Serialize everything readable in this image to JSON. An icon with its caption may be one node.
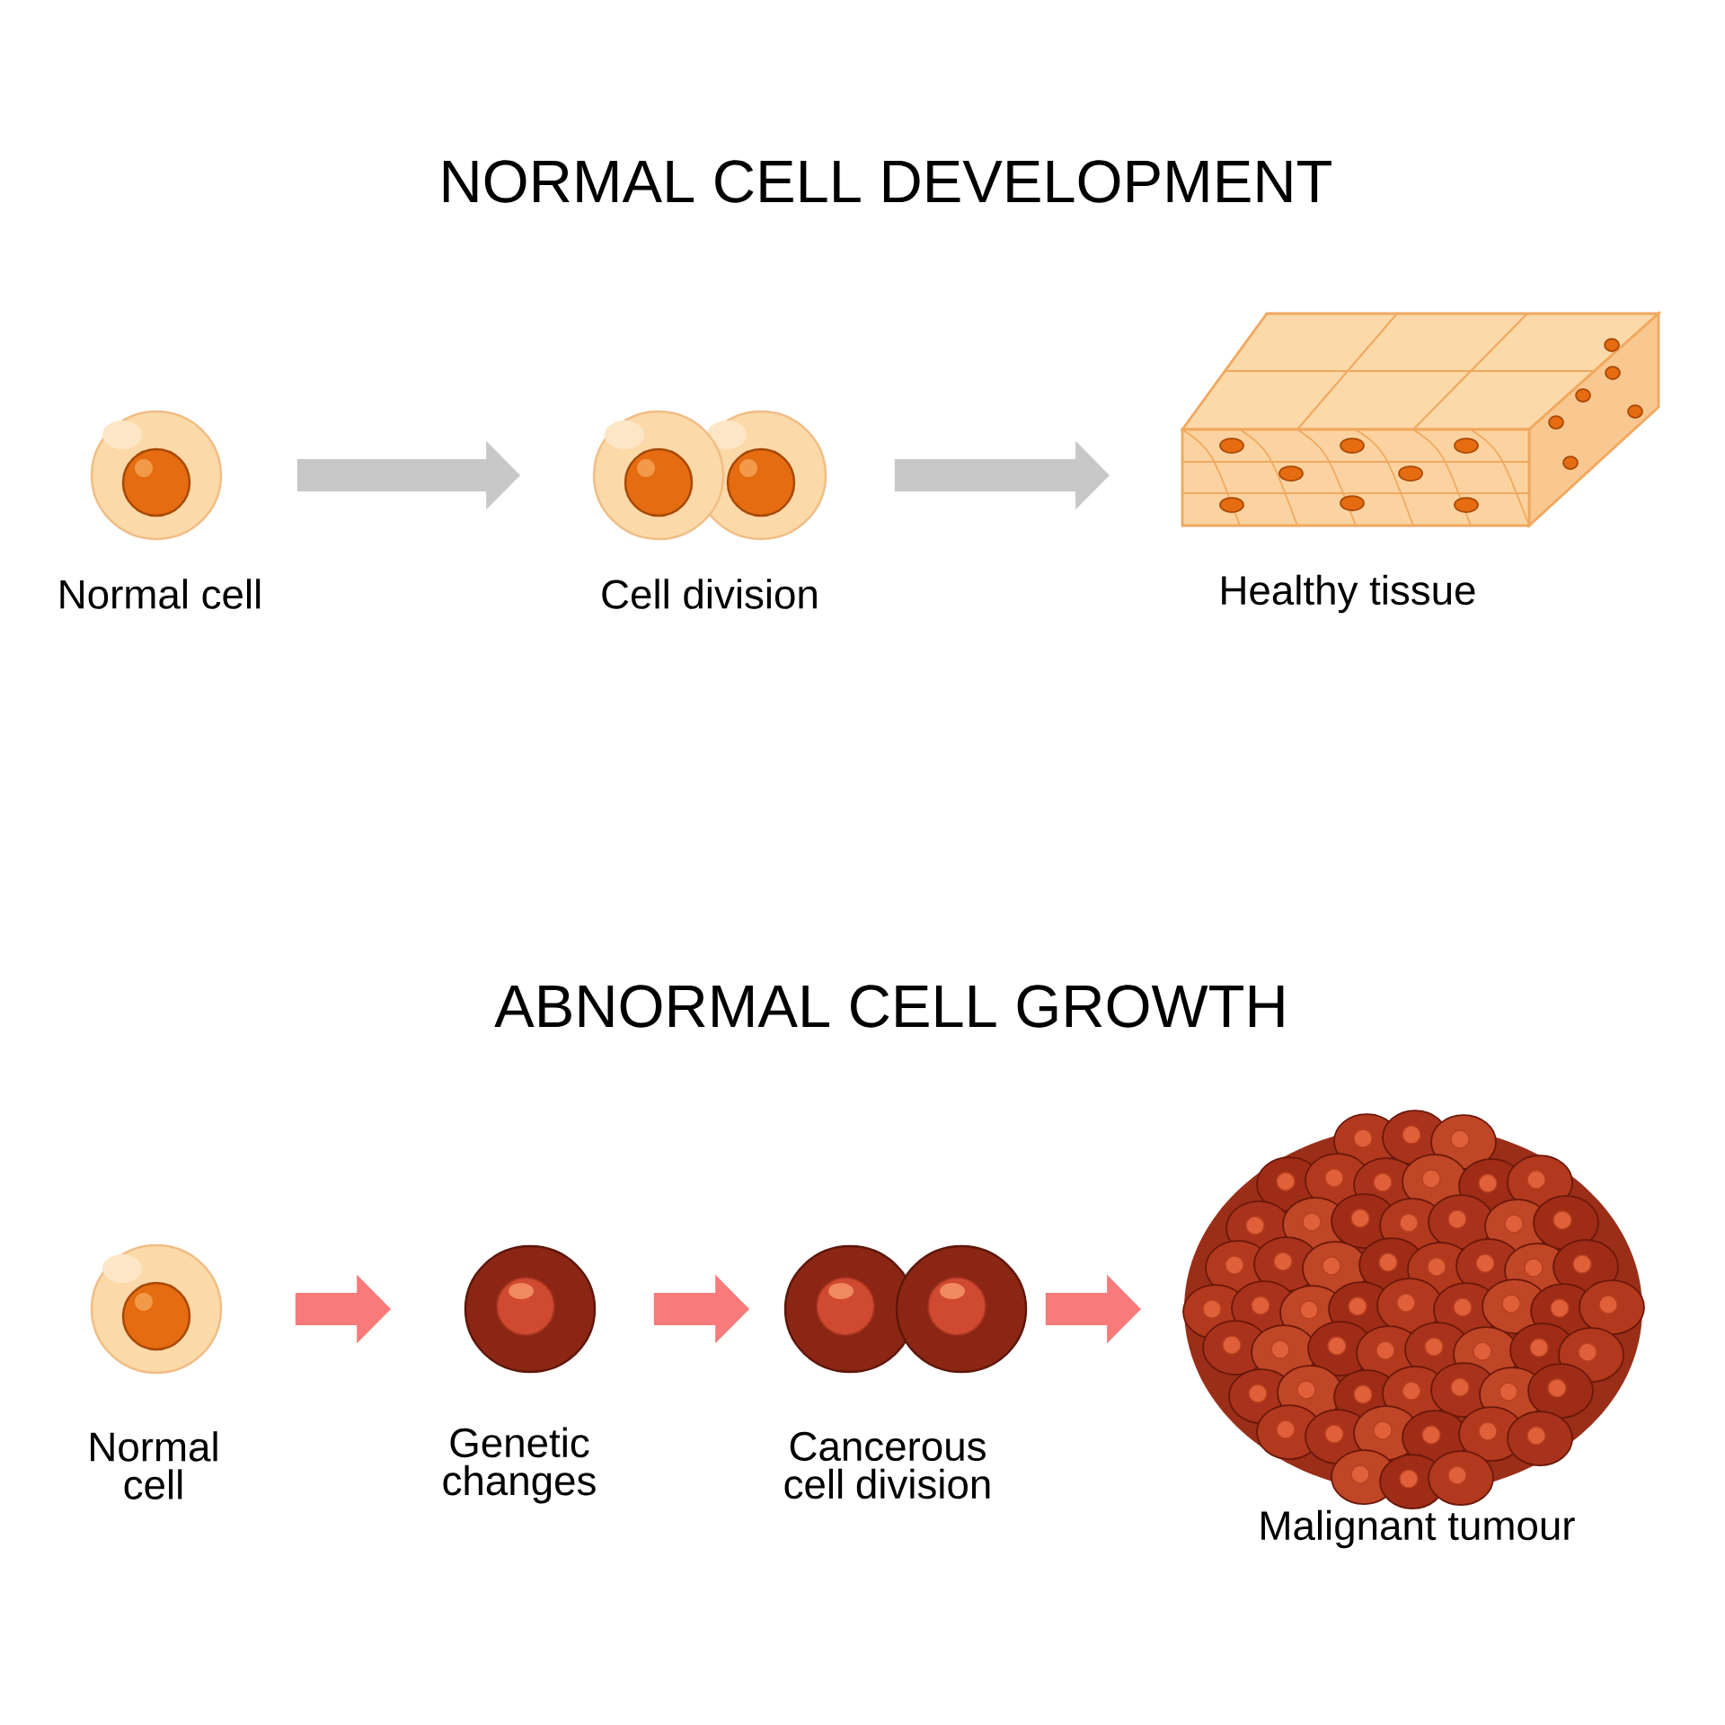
{
  "diagram": {
    "nodes": [
      {
        "text": [
          "Normal cell"
        ]
      },
      {
        "text": [
          "Cell division"
        ]
      },
      {
        "text": [
          "Healthy tissue"
        ]
      },
      {
        "text": [
          "Normal cell"
        ]
      },
      {
        "text": [
          "Genetic changes"
        ]
      },
      {
        "text": [
          "Cancerous cell division"
        ]
      },
      {
        "text": [
          "Malignant tumour"
        ]
      }
    ],
    "edges": [
      {
        "from": 0,
        "to": 1,
        "arrow": "to",
        "color": "#c8c8c8"
      },
      {
        "from": 1,
        "to": 2,
        "arrow": "to",
        "color": "#c8c8c8"
      },
      {
        "from": 3,
        "to": 4,
        "arrow": "to"
      },
      {
        "from": 4,
        "to": 5,
        "arrow": "to"
      },
      {
        "from": 5,
        "to": 6,
        "arrow": "to"
      }
    ],
    "labels": [
      "NORMAL CELL DEVELOPMENT",
      "ABNORMAL CELL GROWTH"
    ]
  }
}
